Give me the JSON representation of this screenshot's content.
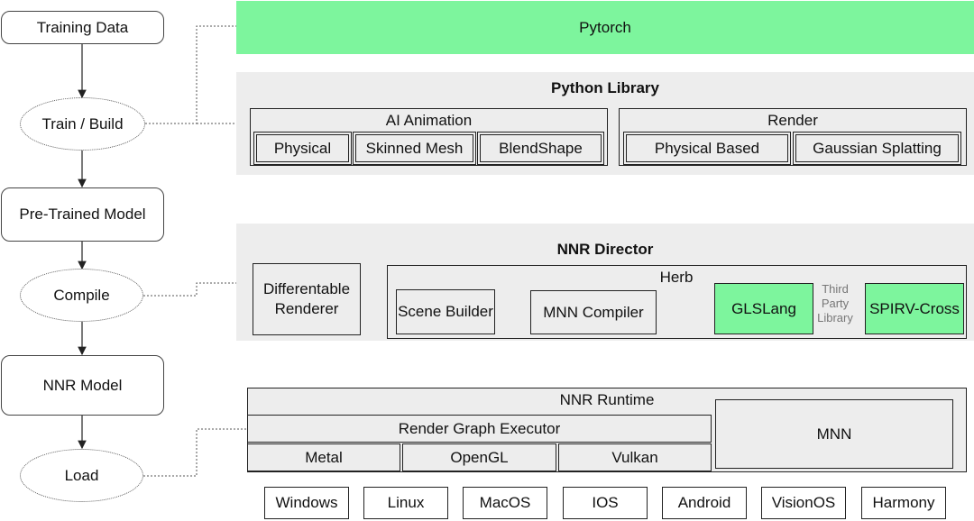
{
  "flow": {
    "training_data": "Training Data",
    "train_build": "Train / Build",
    "pretrained_model": "Pre-Trained Model",
    "compile": "Compile",
    "nnr_model": "NNR Model",
    "load": "Load"
  },
  "pytorch": "Pytorch",
  "python_library": {
    "title": "Python Library",
    "ai_animation": {
      "title": "AI Animation",
      "items": [
        "Physical",
        "Skinned Mesh",
        "BlendShape"
      ]
    },
    "render": {
      "title": "Render",
      "items": [
        "Physical Based",
        "Gaussian Splatting"
      ]
    }
  },
  "nnr_director": {
    "title": "NNR Director",
    "differentiable_renderer": "Differentable Renderer",
    "herb": {
      "title": "Herb",
      "scene_builder": "Scene Builder",
      "mnn_compiler": "MNN Compiler",
      "glslang": "GLSLang",
      "third_party": "Third Party Library",
      "spirv_cross": "SPIRV-Cross"
    }
  },
  "nnr_runtime": {
    "title": "NNR Runtime",
    "render_graph_executor": "Render Graph Executor",
    "backends": [
      "Metal",
      "OpenGL",
      "Vulkan"
    ],
    "mnn": "MNN"
  },
  "platforms": [
    "Windows",
    "Linux",
    "MacOS",
    "IOS",
    "Android",
    "VisionOS",
    "Harmony"
  ],
  "colors": {
    "green": "#7df59d",
    "panel_gray": "#ededed"
  }
}
